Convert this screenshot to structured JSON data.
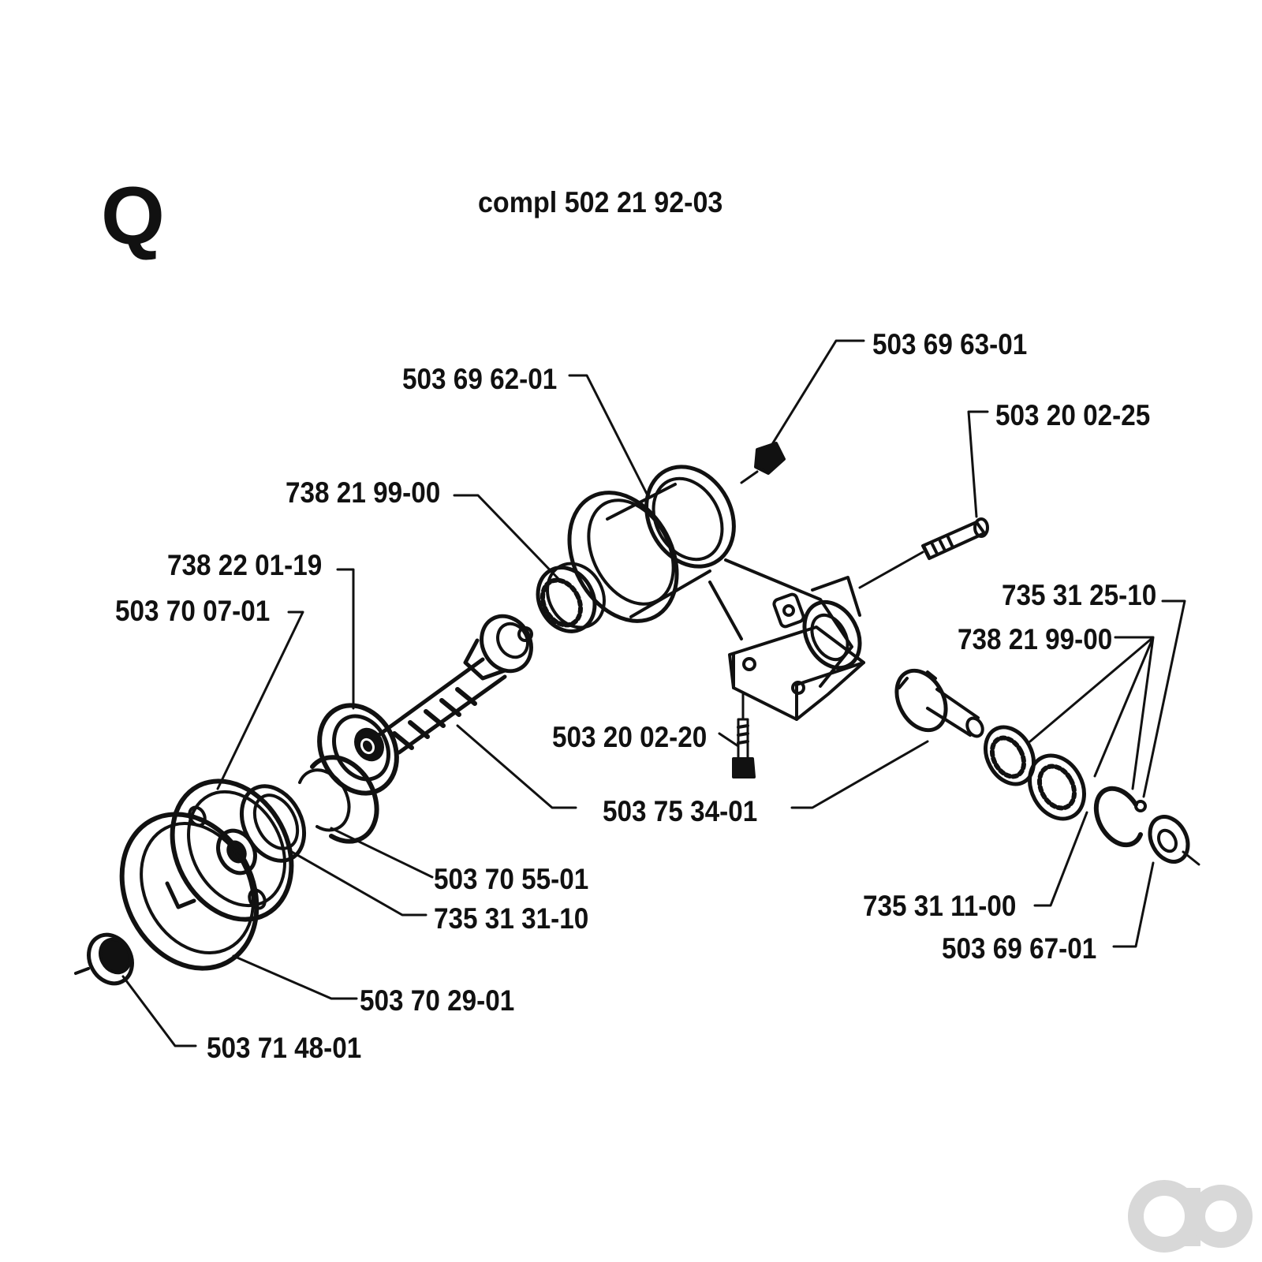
{
  "section_letter": "Q",
  "assembly": {
    "title": "compl 502 21 92-03"
  },
  "parts": [
    {
      "id": "p1",
      "number": "503 69 63-01"
    },
    {
      "id": "p2",
      "number": "503 69 62-01"
    },
    {
      "id": "p3",
      "number": "503 20 02-25"
    },
    {
      "id": "p4",
      "number": "738 21 99-00"
    },
    {
      "id": "p5",
      "number": "738 22 01-19"
    },
    {
      "id": "p6",
      "number": "503 70 07-01"
    },
    {
      "id": "p7",
      "number": "735 31 25-10"
    },
    {
      "id": "p8",
      "number": "738 21 99-00"
    },
    {
      "id": "p9",
      "number": "503 20 02-20"
    },
    {
      "id": "p10",
      "number": "503 75 34-01"
    },
    {
      "id": "p11",
      "number": "503 70 55-01"
    },
    {
      "id": "p12",
      "number": "735 31 31-10"
    },
    {
      "id": "p13",
      "number": "735 31 11-00"
    },
    {
      "id": "p14",
      "number": "503 69 67-01"
    },
    {
      "id": "p15",
      "number": "503 70 29-01"
    },
    {
      "id": "p16",
      "number": "503 71 48-01"
    }
  ],
  "colors": {
    "ink": "#111111",
    "paper": "#ffffff",
    "watermark": "#d8d8d8"
  },
  "watermark_icon": "ao-logo-icon"
}
